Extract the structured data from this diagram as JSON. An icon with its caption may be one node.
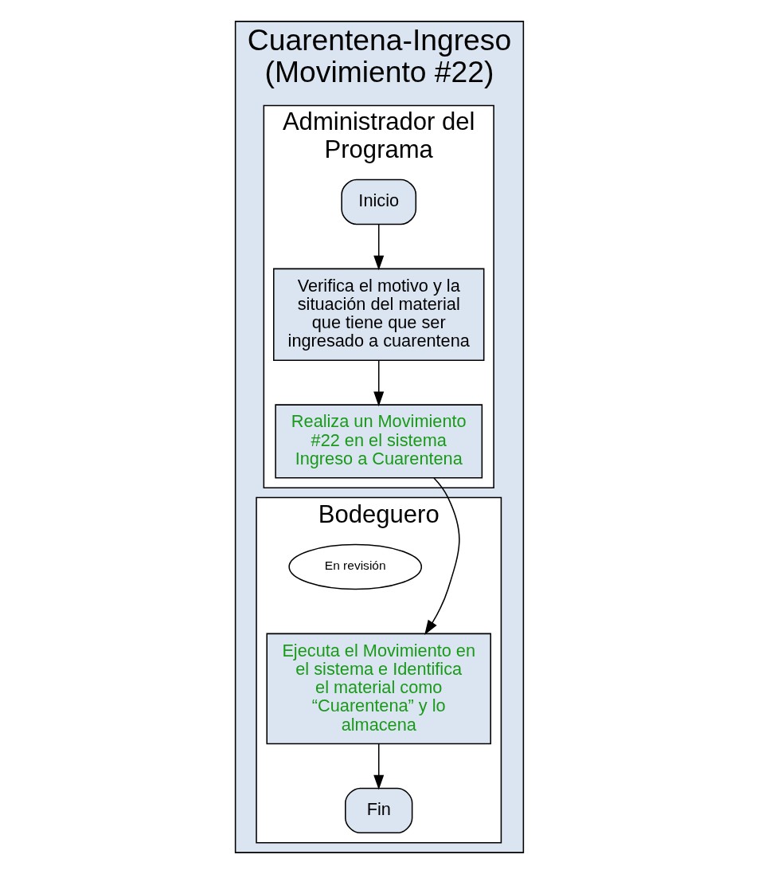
{
  "diagram": {
    "nodes": [
      {
        "text": [
          "Cuarentena-Ingreso (Movimiento #22)"
        ]
      },
      {
        "text": [
          "Administrador del Programa"
        ],
        "in": 0
      },
      {
        "text": [
          "Bodeguero"
        ],
        "in": 0
      },
      {
        "text": [
          "Inicio"
        ],
        "in": 1
      },
      {
        "text": [
          "Verifica el motivo y la situación del material que tiene que ser ingresado a cuarentena"
        ],
        "in": 1
      },
      {
        "text": [
          "Realiza un Movimiento #22 en el sistema Ingreso a Cuarentena"
        ],
        "in": 1
      },
      {
        "text": [
          "En revisión"
        ],
        "in": 2
      },
      {
        "text": [
          "Ejecuta el Movimiento en el sistema e Identifica el material como “Cuarentena” y lo almacena"
        ],
        "in": 2
      },
      {
        "text": [
          "Fin"
        ],
        "in": 2
      }
    ],
    "edges": [
      {
        "from": 3,
        "to": 4,
        "arrow": "to"
      },
      {
        "from": 4,
        "to": 5,
        "arrow": "to"
      },
      {
        "from": 5,
        "to": 7,
        "arrow": "to"
      },
      {
        "from": 7,
        "to": 8,
        "arrow": "to"
      }
    ]
  }
}
